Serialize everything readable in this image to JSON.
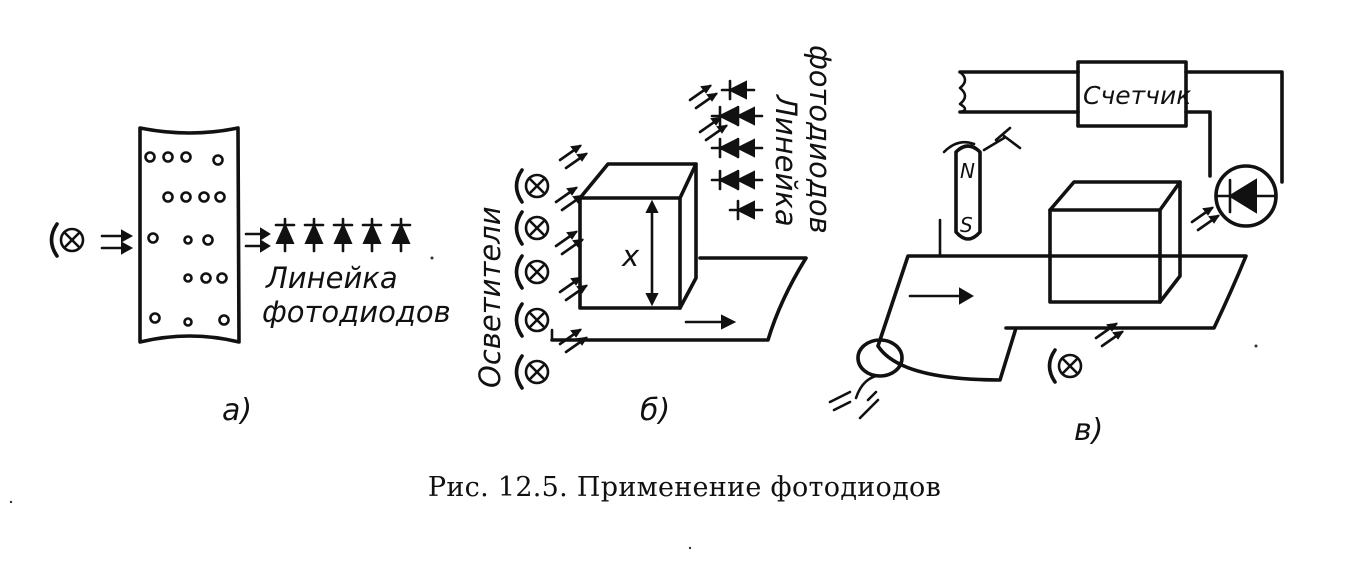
{
  "panels": {
    "a": {
      "label": "а)",
      "photodiode_line_1": "Линейка",
      "photodiode_line_2": "фотодиодов"
    },
    "b": {
      "label": "б)",
      "illuminators": "Осветители",
      "photodiode_line_1": "Линейка",
      "photodiode_line_2": "фотодиодов",
      "dimension": "x"
    },
    "c": {
      "label": "в)",
      "counter": "Счетчик",
      "magnet_north": "N",
      "magnet_south": "S"
    }
  },
  "caption": "Рис. 12.5. Применение фотодиодов",
  "colors": {
    "ink": "#111111",
    "paper": "#ffffff"
  }
}
